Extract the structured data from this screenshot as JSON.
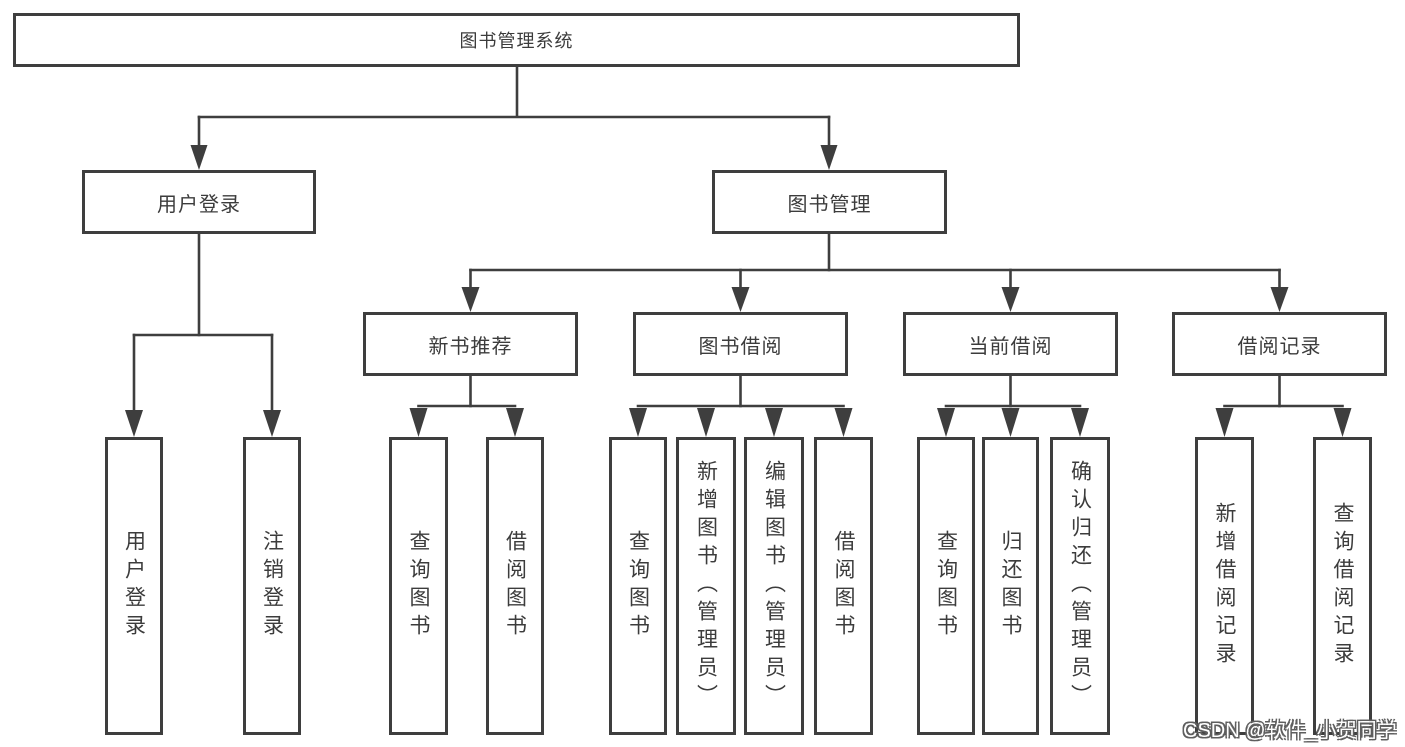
{
  "diagram": {
    "root": {
      "label": "图书管理系统",
      "children": [
        {
          "label": "用户登录",
          "children": [
            {
              "label": "用户登录"
            },
            {
              "label": "注销登录"
            }
          ]
        },
        {
          "label": "图书管理",
          "children": [
            {
              "label": "新书推荐",
              "children": [
                {
                  "label": "查询图书"
                },
                {
                  "label": "借阅图书"
                }
              ]
            },
            {
              "label": "图书借阅",
              "children": [
                {
                  "label": "查询图书"
                },
                {
                  "label": "新增图书（管理员）"
                },
                {
                  "label": "编辑图书（管理员）"
                },
                {
                  "label": "借阅图书"
                }
              ]
            },
            {
              "label": "当前借阅",
              "children": [
                {
                  "label": "查询图书"
                },
                {
                  "label": "归还图书"
                },
                {
                  "label": "确认归还（管理员）"
                }
              ]
            },
            {
              "label": "借阅记录",
              "children": [
                {
                  "label": "新增借阅记录"
                },
                {
                  "label": "查询借阅记录"
                }
              ]
            }
          ]
        }
      ]
    }
  },
  "watermark": {
    "text": "CSDN @软件_小贺同学"
  },
  "colors": {
    "line": "#3e3e3e",
    "text": "#3c3c3c",
    "background": "#ffffff",
    "watermark_fill": "#ffffff",
    "watermark_outline": "#5e5e5e"
  }
}
